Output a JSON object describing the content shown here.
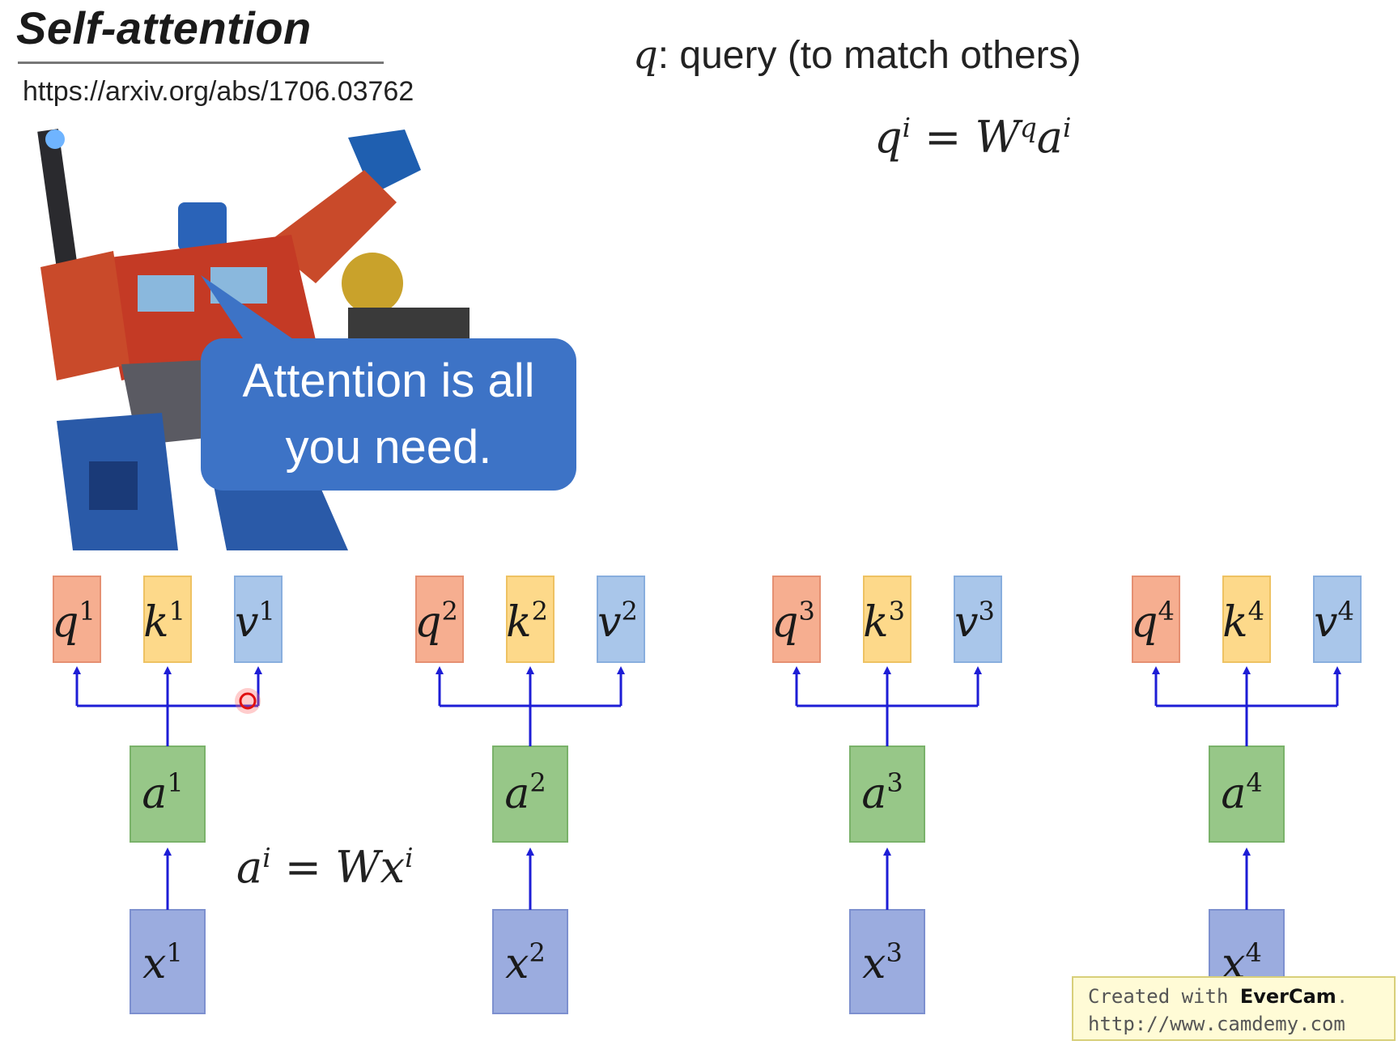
{
  "header": {
    "title": "Self-attention",
    "url": "https://arxiv.org/abs/1706.03762"
  },
  "query": {
    "symbol": "q",
    "label": ": query (to match others)",
    "equation_lhs": "q",
    "equation_lhs_sup": "i",
    "equation_rhs_w": "W",
    "equation_rhs_w_sup": "q",
    "equation_rhs_a": "a",
    "equation_rhs_a_sup": "i"
  },
  "embedding_equation": {
    "lhs": "a",
    "lhs_sup": "i",
    "rhs_w": "W",
    "rhs_x": "x",
    "rhs_x_sup": "i"
  },
  "bubble": {
    "line1": "Attention is all",
    "line2": "you need."
  },
  "colors": {
    "query_fill": "#f6ae90",
    "query_stroke": "#e59072",
    "key_fill": "#fdd98a",
    "key_stroke": "#eec262",
    "value_fill": "#a9c6ea",
    "value_stroke": "#88aede",
    "a_fill": "#97c788",
    "a_stroke": "#7ab26a",
    "x_fill": "#9bacdf",
    "x_stroke": "#7d90cf",
    "arrow": "#1d1dd6",
    "bubble": "#3d73c6"
  },
  "columns": [
    {
      "index": "1",
      "q": "q",
      "k": "k",
      "v": "v",
      "a": "a",
      "x": "x"
    },
    {
      "index": "2",
      "q": "q",
      "k": "k",
      "v": "v",
      "a": "a",
      "x": "x"
    },
    {
      "index": "3",
      "q": "q",
      "k": "k",
      "v": "v",
      "a": "a",
      "x": "x"
    },
    {
      "index": "4",
      "q": "q",
      "k": "k",
      "v": "v",
      "a": "a",
      "x": "x"
    }
  ],
  "watermark": {
    "prefix": "Created with ",
    "brand": "EverCam",
    "suffix": ".",
    "url": "http://www.camdemy.com"
  }
}
